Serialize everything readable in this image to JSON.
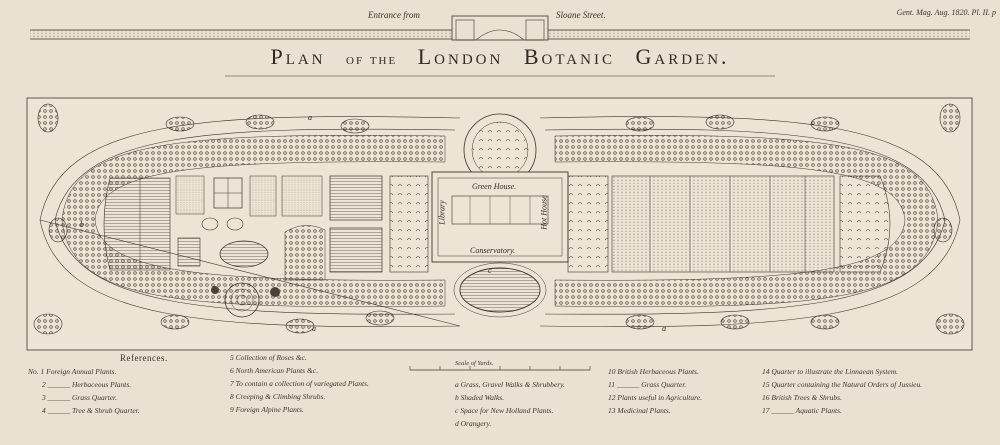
{
  "header": {
    "entrance_left": "Entrance from",
    "entrance_right": "Sloane Street.",
    "plate_ref": "Gent. Mag. Aug. 1820. Pl. II. p",
    "title_words": [
      "Plan",
      "of the",
      "London",
      "Botanic",
      "Garden."
    ]
  },
  "map_labels": {
    "green_house": "Green House.",
    "library": "Library",
    "hot_house": "Hot House",
    "conservatory": "Conservatory.",
    "walk_a": "a",
    "walk_b": "b",
    "walk_c": "c"
  },
  "references": {
    "heading": "References.",
    "scale_label": "Scale of Yards.",
    "col1": [
      "No. 1  Foreign Annual Plants.",
      "2  ______  Herbaceous Plants.",
      "3  ______  Grass Quarter.",
      "4  ______  Tree & Shrub Quarter."
    ],
    "col2": [
      "5 Collection of Roses &c.",
      "6 North American Plants &c.",
      "7 To contain a collection of variegated Plants.",
      "8 Creeping & Climbing Shrubs.",
      "9 Foreign Alpine Plants."
    ],
    "col3": [
      "a  Grass, Gravel Walks & Shrubbery.",
      "b  Shaded Walks.",
      "c  Space for New Holland Plants.",
      "d  Orangery."
    ],
    "col4": [
      "10  British Herbaceous Plants.",
      "11  ______  Grass Quarter.",
      "12  Plants useful in Agriculture.",
      "13  Medicinal Plants."
    ],
    "col5": [
      "14  Quarter to illustrate the Linnaean System.",
      "15  Quarter containing the Natural Orders of Jussieu.",
      "16  British Trees & Shrubs.",
      "17  ______  Aquatic Plants."
    ]
  },
  "colors": {
    "paper": "#e9e2d2",
    "ink": "#3b342c"
  }
}
